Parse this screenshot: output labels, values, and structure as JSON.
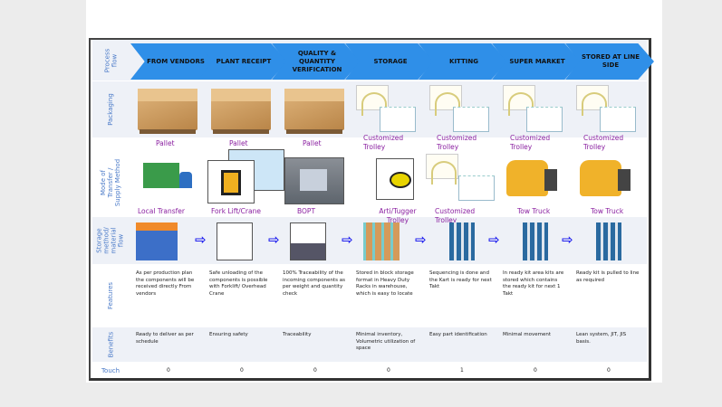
{
  "row_labels": {
    "process": "Process\nflow",
    "packaging": "Packaging",
    "mode": "Mode of\nTransfer /\nSupply Method",
    "storage": "Storage\nmethod/\nmaterial\nflow",
    "features": "Features",
    "benefits": "Benefits",
    "touch": "Touch"
  },
  "steps": [
    {
      "name": "FROM VENDORS",
      "packaging": "Pallet",
      "mode": "Local Transfer",
      "features": "As per production plan the components will be received directly From vendors",
      "benefits": "Ready to deliver as per schedule",
      "touch": "0"
    },
    {
      "name": "PLANT RECEIPT",
      "packaging": "Pallet",
      "mode": "Fork Lift/Crane",
      "features": "Safe unloading of the components is possible with Forklift/ Overhead Crane",
      "benefits": "Ensuring safety",
      "touch": "0"
    },
    {
      "name": "QUALITY & QUANTITY VERIFICATION",
      "packaging": "Pallet",
      "mode": "BOPT",
      "features": "100% Traceability of the incoming components as per weight and quantity check",
      "benefits": "Traceability",
      "touch": "0"
    },
    {
      "name": "STORAGE",
      "packaging": "Customized Trolley",
      "mode": "Arti/Tugger Trolley",
      "features": "Stored in block storage format in Heavy Duty Racks in warehouse, which is easy to locate",
      "benefits": "Minimal inventory, Volumetric utilization of space",
      "touch": "0"
    },
    {
      "name": "KITTING",
      "packaging": "Customized Trolley",
      "mode": "Customized Trolley",
      "features": "Sequencing is done and the Kart is ready for next Takt",
      "benefits": "Easy part identification",
      "touch": "1"
    },
    {
      "name": "SUPER MARKET",
      "packaging": "Customized Trolley",
      "mode": "Tow Truck",
      "features": "In ready kit area kits are stored which contains the ready kit for next 1 Takt",
      "benefits": "Minimal movement",
      "touch": "0"
    },
    {
      "name": "STORED AT LINE SIDE",
      "packaging": "Customized Trolley",
      "mode": "Tow Truck",
      "features": "Ready kit is pulled to line as required",
      "benefits": "Lean system, JIT, JIS basis.",
      "touch": "0"
    }
  ],
  "colors": {
    "chevron": "#2f8fe8",
    "caption": "#8a1fa0",
    "row_label": "#4a7ac8",
    "flow_arrow": "#2222ee"
  }
}
